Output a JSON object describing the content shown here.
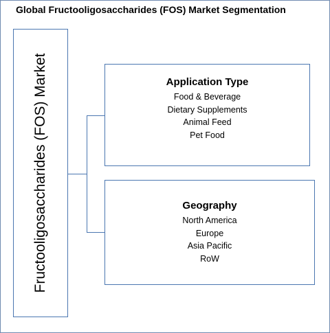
{
  "title": "Global Fructooligosaccharides (FOS) Market Segmentation",
  "market_label": "Fructooligosaccharides (FOS) Market",
  "segments": [
    {
      "title": "Application Type",
      "items": [
        "Food & Beverage",
        "Dietary Supplements",
        "Animal Feed",
        "Pet Food"
      ]
    },
    {
      "title": "Geography",
      "items": [
        "North America",
        "Europe",
        "Asia Pacific",
        "RoW"
      ]
    }
  ],
  "colors": {
    "border": "#4a76b0",
    "frame": "#6f8bb0",
    "text": "#000000",
    "background": "#ffffff"
  }
}
